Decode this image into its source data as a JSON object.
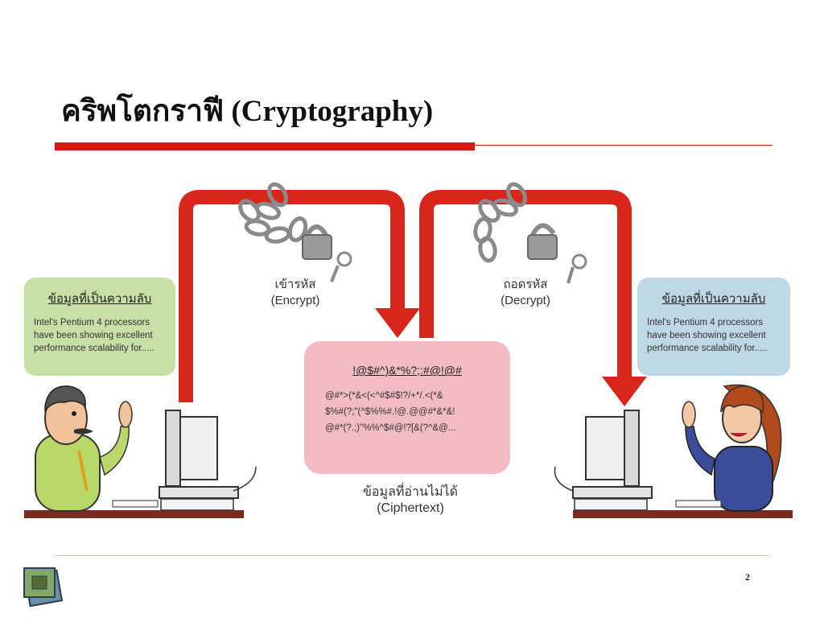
{
  "slide": {
    "title": "คริพโตกราฟี (Cryptography)",
    "page_number": "2"
  },
  "plaintext_left": {
    "heading": "ข้อมูลที่เป็นความลับ",
    "lines": [
      "Intel's Pentium 4 processors",
      "have been showing excellent",
      "performance scalability for....."
    ]
  },
  "plaintext_right": {
    "heading": "ข้อมูลที่เป็นความลับ",
    "lines": [
      "Intel's Pentium 4 processors",
      "have been showing excellent",
      "performance scalability for....."
    ]
  },
  "ciphertext": {
    "heading": "!@$#^)&*%?;:#@!@#",
    "lines": [
      "@#*>(*&<(<^#$#$!?/+*/.<(*&",
      "$%#(?;\"(^$%%#.!@.@@#*&*&!",
      "@#*(?.;)\"%%^$#@!?[&(?^&@..."
    ],
    "caption_thai": "ข้อมูลที่อ่านไม่ได้",
    "caption_en": "(Ciphertext)"
  },
  "encrypt": {
    "thai": "เข้ารหัส",
    "en": "(Encrypt)"
  },
  "decrypt": {
    "thai": "ถอดรหัส",
    "en": "(Decrypt)"
  },
  "colors": {
    "accent_red": "#d11a12",
    "arrow_red": "#d8261c",
    "plain_green": "#c6e0a6",
    "plain_blue": "#bfd8e6",
    "cipher_pink": "#f3bcc2"
  }
}
